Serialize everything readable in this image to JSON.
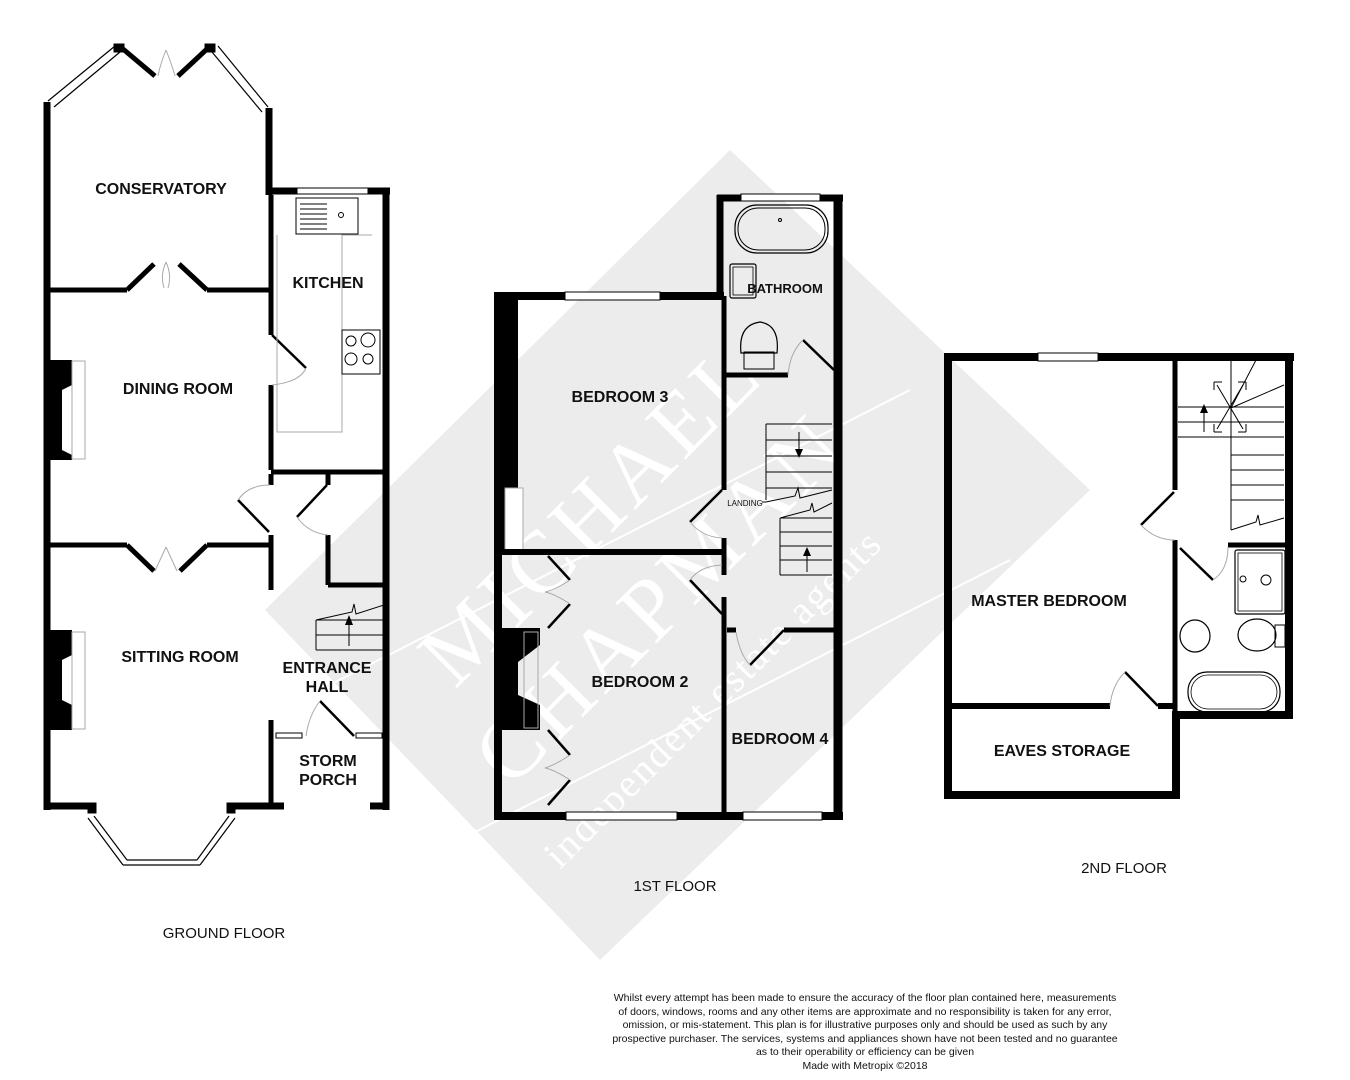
{
  "watermark": {
    "line1": "MICHAEL",
    "line2": "CHAPMAN",
    "tagline": "independent estate agents",
    "color": "#ececec"
  },
  "floors": {
    "ground": {
      "label": "GROUND FLOOR",
      "rooms": {
        "conservatory": "CONSERVATORY",
        "kitchen": "KITCHEN",
        "dining_room": "DINING ROOM",
        "sitting_room": "SITTING ROOM",
        "entrance_hall_1": "ENTRANCE",
        "entrance_hall_2": "HALL",
        "storm_porch_1": "STORM",
        "storm_porch_2": "PORCH"
      }
    },
    "first": {
      "label": "1ST FLOOR",
      "rooms": {
        "bathroom": "BATHROOM",
        "bedroom3": "BEDROOM 3",
        "landing": "LANDING",
        "bedroom2": "BEDROOM 2",
        "bedroom4": "BEDROOM 4"
      }
    },
    "second": {
      "label": "2ND FLOOR",
      "rooms": {
        "master_bedroom": "MASTER BEDROOM",
        "eaves_storage": "EAVES STORAGE"
      }
    }
  },
  "disclaimer": {
    "lines": [
      "Whilst every attempt has been made to ensure the accuracy of the floor plan contained here, measurements",
      "of doors, windows, rooms and any other items are approximate and no responsibility is taken for any error,",
      "omission, or mis-statement. This plan is for illustrative purposes only and should be used as such by any",
      "prospective purchaser. The services, systems and appliances shown have not been tested and no guarantee",
      "as to their operability or efficiency can be given"
    ],
    "credit": "Made with Metropix ©2018"
  }
}
